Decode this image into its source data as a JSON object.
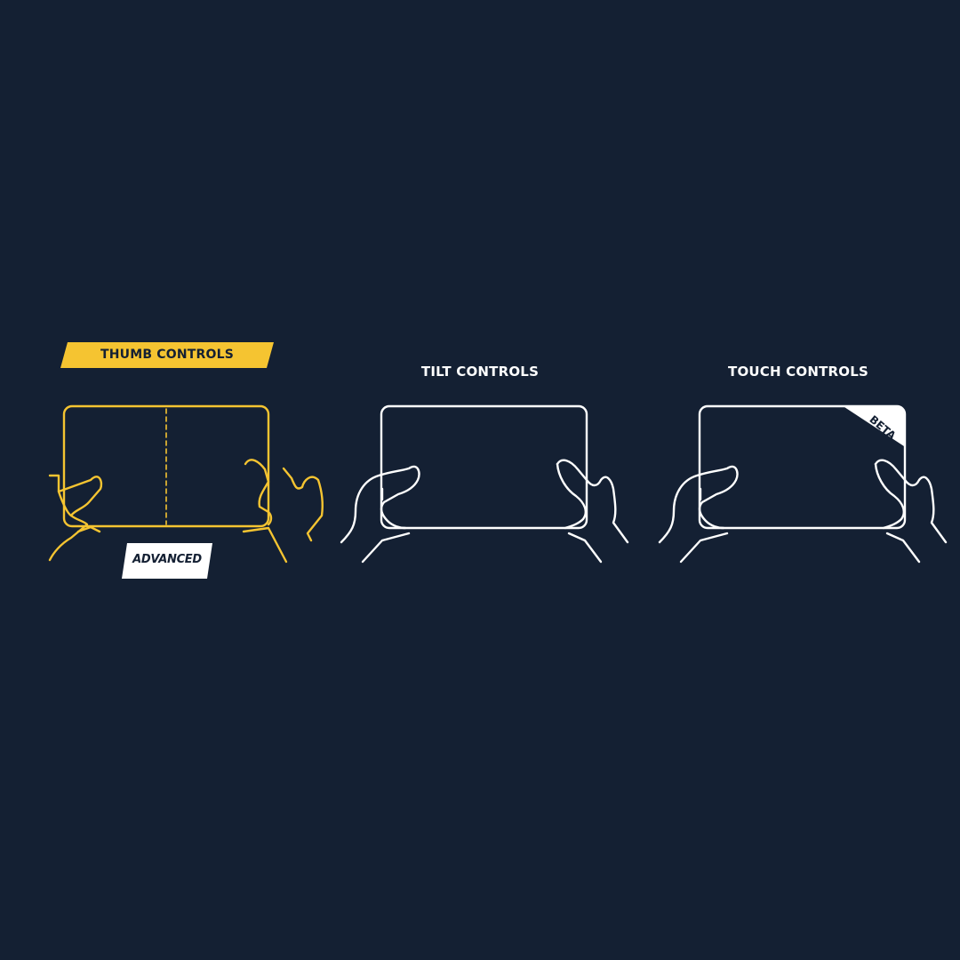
{
  "colors": {
    "background": "#142033",
    "selected": "#f5c431",
    "unselected": "#ffffff"
  },
  "options": [
    {
      "label": "THUMB CONTROLS",
      "selected": true,
      "badge": "ADVANCED",
      "icon": "tablet-two-hands-split-icon"
    },
    {
      "label": "TILT CONTROLS",
      "selected": false,
      "icon": "tablet-two-hands-icon"
    },
    {
      "label": "TOUCH CONTROLS",
      "selected": false,
      "corner_tag": "BETA",
      "icon": "tablet-two-hands-icon"
    }
  ]
}
